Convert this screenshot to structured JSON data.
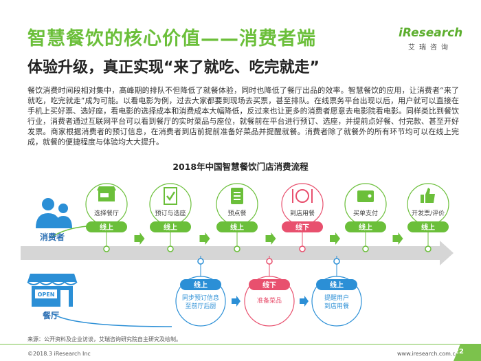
{
  "header": {
    "title": "智慧餐饮的核心价值——消费者端",
    "subtitle": "体验升级，真正实现“来了就吃、吃完就走”",
    "logo_main": "iResearch",
    "logo_sub": "艾瑞咨询"
  },
  "body": {
    "paragraph": "餐饮消费时间段相对集中，高峰期的排队不但降低了就餐体验，同时也降低了餐厅出品的效率。智慧餐饮的应用，让消费者“来了就吃，吃完就走”成为可能。以看电影为例，过去大家都要到现场去买票，甚至排队。在线票务平台出现以后，用户就可以直接在手机上买好票、选好座，看电影的选择成本和消费成本大幅降低，反过来也让更多的消费者愿意去电影院看电影。同样类比到餐饮行业，消费者通过互联网平台可以看到餐厅的实时菜品与座位，就餐前在平台进行预订、选座，并提前点好餐、付完款、甚至开好发票。商家根据消费者的预订信息，在消费者到店前提前准备好菜品并提醒就餐。消费者除了就餐外的所有环节均可以在线上完成，就餐的便捷程度与体验均大大提升。"
  },
  "diagram": {
    "title": "2018年中国智慧餐饮门店消费流程",
    "consumer_label": "消费者",
    "restaurant_label": "餐厅",
    "consumer_steps": [
      {
        "label": "选择餐厅",
        "tag": "线上",
        "icon": "store-open-icon",
        "highlight": false
      },
      {
        "label": "预订与选座",
        "tag": "线上",
        "icon": "checklist-icon",
        "highlight": false
      },
      {
        "label": "预点餐",
        "tag": "线上",
        "icon": "menu-icon",
        "highlight": false
      },
      {
        "label": "到店用餐",
        "tag": "线下",
        "icon": "dining-icon",
        "highlight": true
      },
      {
        "label": "买单支付",
        "tag": "线上",
        "icon": "wallet-icon",
        "highlight": false
      },
      {
        "label": "开发票/评价",
        "tag": "线上",
        "icon": "thumbs-up-icon",
        "highlight": false
      }
    ],
    "restaurant_steps": [
      {
        "label": "同步预订信息\n至前厅后厨",
        "tag": "线上",
        "highlight": false
      },
      {
        "label": "准备菜品",
        "tag": "线下",
        "highlight": true
      },
      {
        "label": "提醒用户\n到店用餐",
        "tag": "线上",
        "highlight": false
      }
    ],
    "shop_sign": "OPEN"
  },
  "footer": {
    "source": "来源：公开资料及企业访谈，艾瑞咨询研究院自主研究及绘制。",
    "copyright": "©2018.3 iResearch Inc",
    "website": "www.iresearch.com.cn",
    "page": "22"
  },
  "colors": {
    "green": "#6bbf3a",
    "pink": "#e8506e",
    "blue": "#2b8fd6",
    "gray_arrow": "#d9d9d9"
  }
}
